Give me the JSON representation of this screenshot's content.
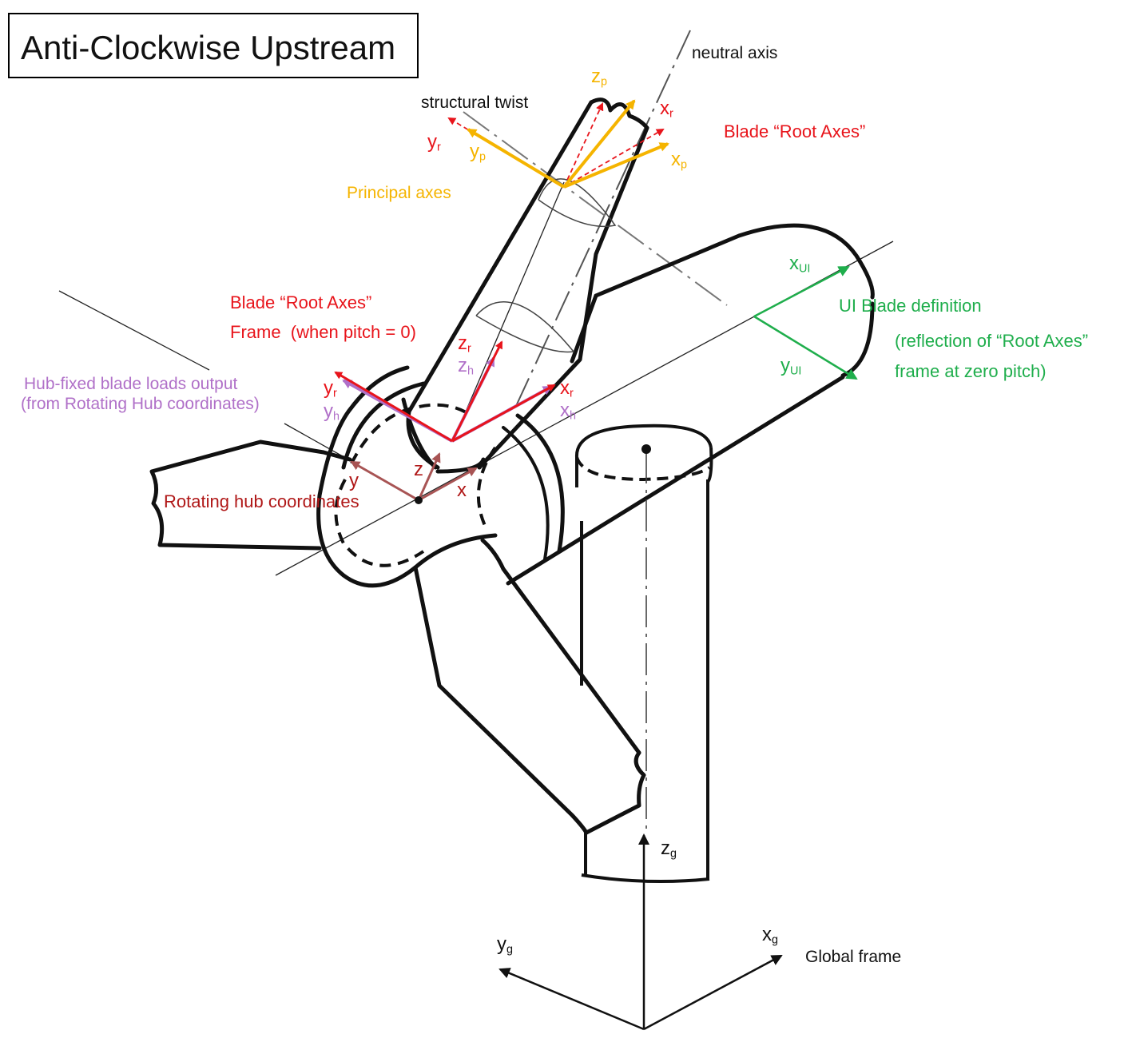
{
  "title": "Anti-Clockwise Upstream",
  "labels": {
    "neutral_axis": "neutral axis",
    "structural_twist": "structural twist",
    "blade_root_axes_top": "Blade “Root Axes”",
    "principal_axes": "Principal axes",
    "blade_root_axes_mid": "Blade “Root Axes”",
    "frame_pitch_zero": "Frame  (when pitch = 0)",
    "hub_fixed_line1": "Hub-fixed blade loads output",
    "hub_fixed_line2": "(from Rotating Hub coordinates)",
    "rotating_hub": "Rotating hub coordinates",
    "ui_blade_definition": "UI Blade definition",
    "reflection_line1": "(reflection of “Root Axes”",
    "reflection_line2": "frame at zero pitch)",
    "global_frame": "Global frame"
  },
  "axis_labels": {
    "top": {
      "zp": {
        "base": "z",
        "sub": "p"
      },
      "xr": {
        "base": "x",
        "sub": "r"
      },
      "yr": {
        "base": "y",
        "sub": "r"
      },
      "yp": {
        "base": "y",
        "sub": "p"
      },
      "xp": {
        "base": "x",
        "sub": "p"
      }
    },
    "root": {
      "zr": {
        "base": "z",
        "sub": "r"
      },
      "zh": {
        "base": "z",
        "sub": "h"
      },
      "yr": {
        "base": "y",
        "sub": "r"
      },
      "yh": {
        "base": "y",
        "sub": "h"
      },
      "xr": {
        "base": "x",
        "sub": "r"
      },
      "xh": {
        "base": "x",
        "sub": "h"
      }
    },
    "hub": {
      "x": "x",
      "y": "y",
      "z": "z"
    },
    "ui": {
      "xui": {
        "base": "x",
        "sub": "UI"
      },
      "yui": {
        "base": "y",
        "sub": "UI"
      }
    },
    "global": {
      "xg": {
        "base": "x",
        "sub": "g"
      },
      "yg": {
        "base": "y",
        "sub": "g"
      },
      "zg": {
        "base": "z",
        "sub": "g"
      }
    }
  },
  "colors": {
    "outline": "#111111",
    "root_axes": "#e8141b",
    "principal_axes": "#f5b400",
    "hub_fixed": "#b070c8",
    "rotating_hub": "#b01818",
    "hub_axes": "#a85454",
    "ui_blade": "#1fae4c"
  }
}
